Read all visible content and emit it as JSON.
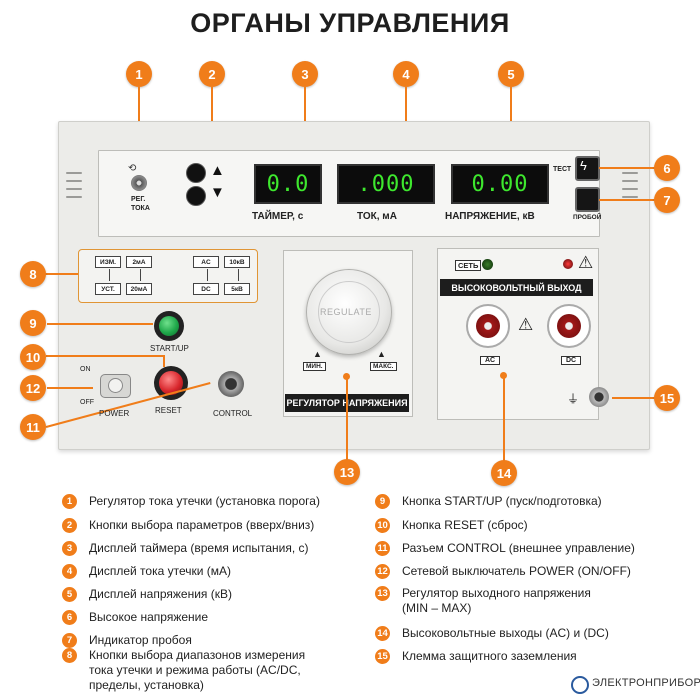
{
  "title": "ОРГАНЫ УПРАВЛЕНИЯ",
  "callouts": [
    "1",
    "2",
    "3",
    "4",
    "5",
    "6",
    "7",
    "8",
    "9",
    "10",
    "11",
    "12",
    "13",
    "14",
    "15"
  ],
  "panel": {
    "knob_label_line1": "РЕГ.",
    "knob_label_line2": "ТОКА",
    "timer_value": "0.0",
    "current_value": ".000",
    "voltage_value": "0.00",
    "timer_label": "ТАЙМЕР, с",
    "current_label": "ТОК, мА",
    "voltage_label": "НАПРЯЖЕНИЕ, кВ",
    "test_label": "ТЕСТ",
    "breakdown_label": "ПРОБОЙ",
    "range_buttons": {
      "izm": "ИЗМ.",
      "ust": "УСТ.",
      "m2": "2мА",
      "m20": "20мА",
      "ac": "AC",
      "dc": "DC",
      "kv10": "10кВ",
      "kv5": "5кВ"
    },
    "start_label": "START/UP",
    "reset_label": "RESET",
    "control_label": "CONTROL",
    "power_label": "POWER",
    "on_label": "ON",
    "off_label": "OFF",
    "regulate_label": "REGULATE",
    "min_label": "МИН.",
    "max_label": "МАКС.",
    "regulator_bar": "РЕГУЛЯТОР НАПРЯЖЕНИЯ",
    "network_label": "СЕТЬ",
    "hv_bar": "ВЫСОКОВОЛЬТНЫЙ ВЫХОД",
    "ac_label": "AC",
    "dc_label": "DC"
  },
  "legend_left": [
    {
      "num": "1",
      "text": "Регулятор тока утечки (установка порога)"
    },
    {
      "num": "2",
      "text": "Кнопки выбора параметров (вверх/вниз)"
    },
    {
      "num": "3",
      "text": "Дисплей таймера (время испытания, с)"
    },
    {
      "num": "4",
      "text": "Дисплей тока утечки (мА)"
    },
    {
      "num": "5",
      "text": "Дисплей напряжения (кВ)"
    },
    {
      "num": "6",
      "text": "Высокое напряжение"
    },
    {
      "num": "7",
      "text": "Индикатор пробоя"
    },
    {
      "num": "8",
      "text": "Кнопки выбора диапазонов измерения\nтока утечки и режима работы (AC/DC,\nпределы, установка)"
    }
  ],
  "legend_right": [
    {
      "num": "9",
      "text": "Кнопка START/UP (пуск/подготовка)"
    },
    {
      "num": "10",
      "text": "Кнопка RESET (сброс)"
    },
    {
      "num": "11",
      "text": "Разъем CONTROL (внешнее управление)"
    },
    {
      "num": "12",
      "text": "Сетевой выключатель POWER (ON/OFF)"
    },
    {
      "num": "13",
      "text": "Регулятор выходного напряжения\n(MIN – MAX)"
    },
    {
      "num": "14",
      "text": "Высоковольтные выходы (AC) и (DC)"
    },
    {
      "num": "15",
      "text": "Клемма защитного заземления"
    }
  ],
  "brand": "ЭЛЕКТРОНПРИБОР",
  "colors": {
    "accent": "#f07d1a",
    "display_digits": "#3ee82e",
    "green_button": "#1fa84a",
    "red_button": "#d8262c"
  }
}
